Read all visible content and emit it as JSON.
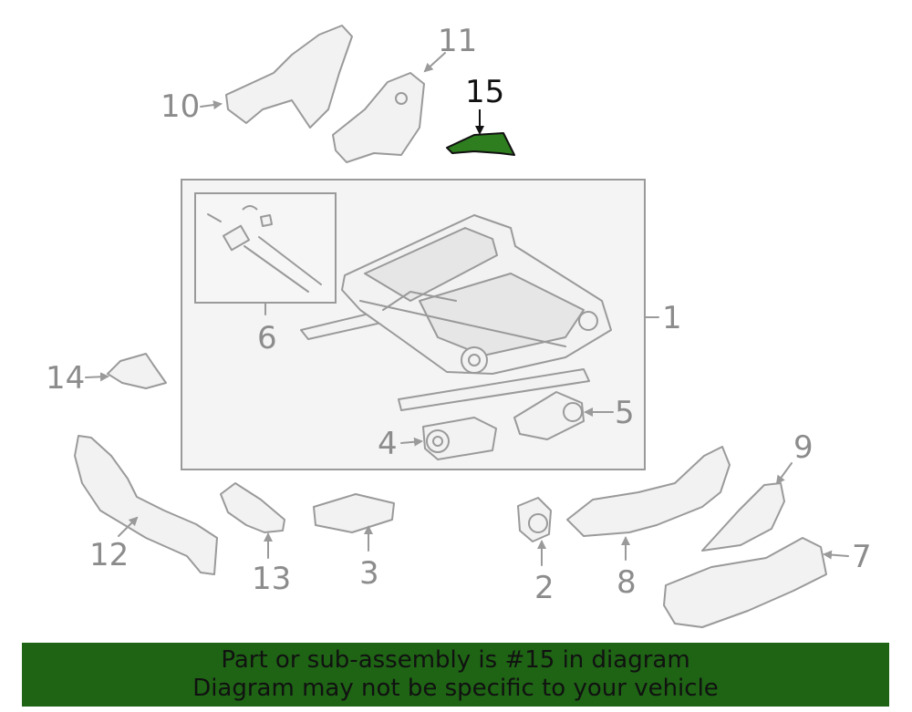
{
  "callouts": {
    "c1": "1",
    "c2": "2",
    "c3": "3",
    "c4": "4",
    "c5": "5",
    "c6": "6",
    "c7": "7",
    "c8": "8",
    "c9": "9",
    "c10": "10",
    "c11": "11",
    "c12": "12",
    "c13": "13",
    "c14": "14",
    "c15": "15"
  },
  "highlighted_part": "15",
  "colors": {
    "highlight_part": "#2e7d1e",
    "banner_bg": "#1e6414",
    "line_art": "#9a9a9a",
    "callout_text": "#8c8c8c"
  },
  "banner": {
    "line1": "Part or sub-assembly is #15 in diagram",
    "line2": "Diagram may not be specific to your vehicle"
  }
}
